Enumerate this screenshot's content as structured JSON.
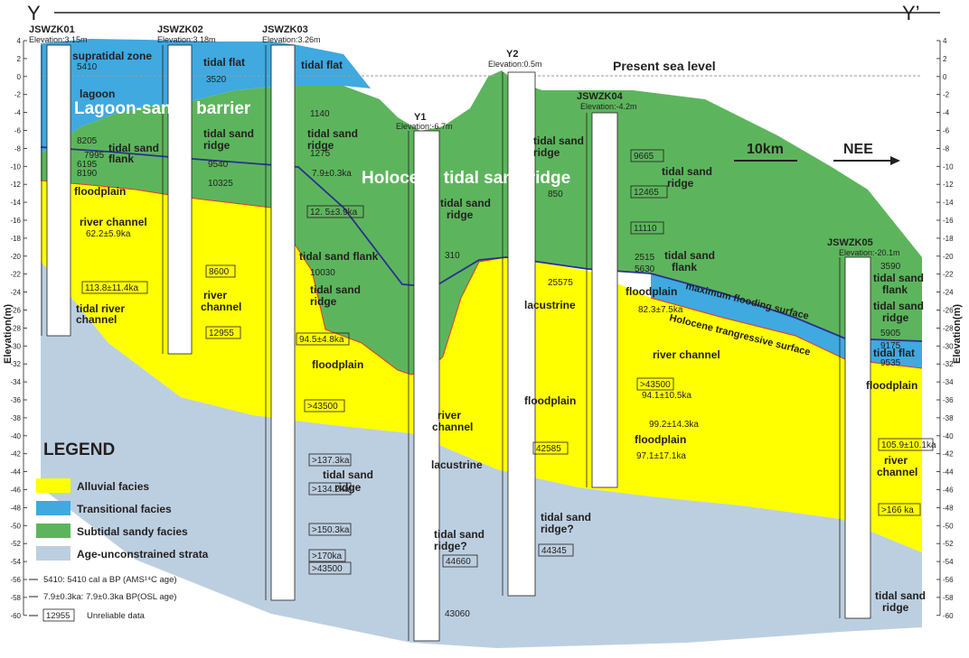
{
  "section": {
    "start_label": "Y",
    "end_label": "Y’",
    "sea_level_label": "Present sea level",
    "y_axis_label": "Elevation(m)",
    "y_ticks_left": [
      "4",
      "2",
      "0",
      "-2",
      "-4",
      "-6",
      "-8",
      "-10",
      "-12",
      "-14",
      "-16",
      "-18",
      "-20",
      "-22",
      "-24",
      "-26",
      "-28",
      "-30",
      "-32",
      "-34",
      "-36",
      "-38",
      "-40",
      "-42",
      "-44",
      "-46",
      "-48",
      "-50",
      "-52",
      "-54",
      "-56",
      "-58",
      "-60"
    ],
    "scale_bar": "10km",
    "direction": "NEE",
    "colors": {
      "alluvial": "#ffff00",
      "transitional": "#3fa9e0",
      "subtidal": "#5cb55c",
      "unconstrained": "#bccfe0"
    }
  },
  "boreholes": [
    {
      "name": "JSWZK01",
      "elevation": "Elevation:3.15m"
    },
    {
      "name": "JSWZK02",
      "elevation": "Elevation:3.18m"
    },
    {
      "name": "JSWZK03",
      "elevation": "Elevation:3.26m"
    },
    {
      "name": "Y1",
      "elevation": "Elevation:-6.7m"
    },
    {
      "name": "Y2",
      "elevation": "Elevation:0.5m"
    },
    {
      "name": "JSWZK04",
      "elevation": "Elevation:-4.2m"
    },
    {
      "name": "JSWZK05",
      "elevation": "Elevation:-20.1m"
    }
  ],
  "unit_labels": {
    "lagoon_barrier": "Lagoon-sandy barrier",
    "holocene_ridge": "Holocene tidal sand ridge",
    "mfs": "maximum flooding surface",
    "hts": "Holocene trangressive surface"
  },
  "facies_labels": [
    "supratidal zone",
    "lagoon",
    "tidal sand",
    "flank",
    "floodplain",
    "river channel",
    "tidal river",
    "channel",
    "tidal flat",
    "tidal sand",
    "ridge",
    "river",
    "channel",
    "tidal flat",
    "tidal sand",
    "ridge",
    "tidal sand flank",
    "tidal sand",
    "ridge",
    "floodplain",
    "tidal sand",
    "ridge",
    "tidal sand",
    "ridge",
    "river",
    "channel",
    "lacustrine",
    "tidal sand",
    "ridge?",
    "tidal sand",
    "ridge",
    "lacustrine",
    "floodplain",
    "tidal sand",
    "ridge?",
    "tidal sand",
    "ridge",
    "tidal sand",
    "flank",
    "floodplain",
    "river channel",
    "floodplain",
    "tidal sand",
    "flank",
    "tidal sand",
    "ridge",
    "tidal flat",
    "floodplain",
    "river",
    "channel",
    "tidal sand",
    "ridge"
  ],
  "ages": [
    "5410",
    "8205",
    "7995",
    "6195",
    "8190",
    "62.2±5.9ka",
    "113.8±11.4ka",
    "3520",
    "9540",
    "10325",
    "8600",
    "12955",
    "1140",
    "1275",
    "7.9±0.3ka",
    "12. 5±3.9ka",
    "10030",
    "94.5±4.8ka",
    ">43500",
    ">137.3ka",
    ">134.2ka",
    ">150.3ka",
    ">170ka",
    ">43500",
    "310",
    "44660",
    "43060",
    "850",
    "25575",
    "42585",
    "44345",
    "9665",
    "12465",
    "11110",
    "2515",
    "5630",
    "82.3±7.5ka",
    ">43500",
    "94.1±10.5ka",
    "99.2±14.3ka",
    "97.1±17.1ka",
    "3590",
    "5905",
    "9175",
    "9535",
    "105.9±10.1ka",
    ">166 ka"
  ],
  "legend": {
    "title": "LEGEND",
    "items": [
      {
        "label": "Alluvial facies",
        "color": "#ffff00"
      },
      {
        "label": "Transitional facies",
        "color": "#3fa9e0"
      },
      {
        "label": "Subtidal sandy facies",
        "color": "#5cb55c"
      },
      {
        "label": "Age-unconstrained strata",
        "color": "#bccfe0"
      }
    ],
    "notes": [
      "5410: 5410 cal a BP (AMS¹⁴C age)",
      "7.9±0.3ka: 7.9±0.3ka BP(OSL age)",
      "12955",
      "Unreliable data"
    ]
  }
}
